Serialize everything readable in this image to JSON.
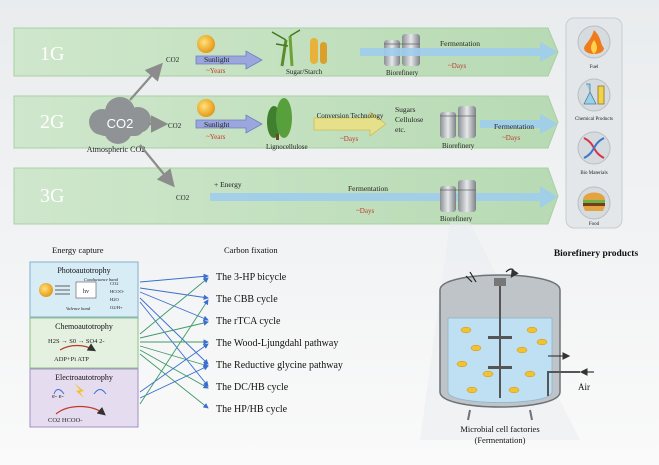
{
  "rows": [
    {
      "label": "1G",
      "co2": "CO2",
      "sun": "Sunlight",
      "sun_time": "~Years",
      "feedstock": "Sugar/Starch",
      "biorefinery": "Biorefinery",
      "process": "Fermentation",
      "process_time": "~Days"
    },
    {
      "label": "2G",
      "co2": "CO2",
      "sun": "Sunlight",
      "sun_time": "~Years",
      "feedstock": "Lignocellulose",
      "conversion": "Conversion Technology",
      "conversion_time": "~Days",
      "sugars": "Sugars Cellulose etc.",
      "biorefinery": "Biorefinery",
      "process": "Fermentation",
      "process_time": "~Days"
    },
    {
      "label": "3G",
      "co2": "CO2",
      "energy": "+ Energy",
      "biorefinery": "Biorefinery",
      "process": "Fermentation",
      "process_time": "~Days"
    }
  ],
  "atmospheric": {
    "bubble": "CO2",
    "label": "Atmospheric CO2"
  },
  "products": {
    "items": [
      {
        "label": "Fuel",
        "icon": "fire-icon"
      },
      {
        "label": "Chemical Products",
        "icon": "flask-icon"
      },
      {
        "label": "Bio Materials",
        "icon": "dna-icon"
      },
      {
        "label": "Food",
        "icon": "burger-icon"
      }
    ],
    "title": "Biorefinery products"
  },
  "energy_capture": {
    "header": "Energy capture",
    "photo": {
      "title": "Photoautotrophy",
      "conductance": "Conductance band",
      "valence": "Valence band",
      "hv": "hv",
      "products": [
        "CO2",
        "HCOO-",
        "H2O",
        "O2/H+"
      ]
    },
    "chemo": {
      "title": "Chemoautotrophy",
      "reaction": "H2S → S0 → SO4 2-",
      "atp": "ADP+Pi   ATP"
    },
    "electro": {
      "title": "Electroautotrophy",
      "electrons": "e-          e-",
      "reaction": "CO2           HCOO-"
    }
  },
  "carbon_fixation": {
    "header": "Carbon fixation",
    "pathways": [
      "The 3-HP bicycle",
      "The CBB cycle",
      "The rTCA cycle",
      "The Wood-Ljungdahl pathway",
      "The Reductive glycine pathway",
      "The DC/HB cycle",
      "The HP/HB cycle"
    ]
  },
  "factory": {
    "air": "Air",
    "caption_line1": "Microbial cell factories",
    "caption_line2": "(Fermentation)"
  },
  "colors": {
    "row_band": "#c7e3c4",
    "arrow_blue": "#7fbde6",
    "sun": "#f2b431",
    "photo_box": "#d8ecf6",
    "chemo_box": "#e4f1e0",
    "electro_box": "#e6dcf0",
    "link_blue": "#3a6fd0",
    "link_green": "#3f9a6a"
  }
}
